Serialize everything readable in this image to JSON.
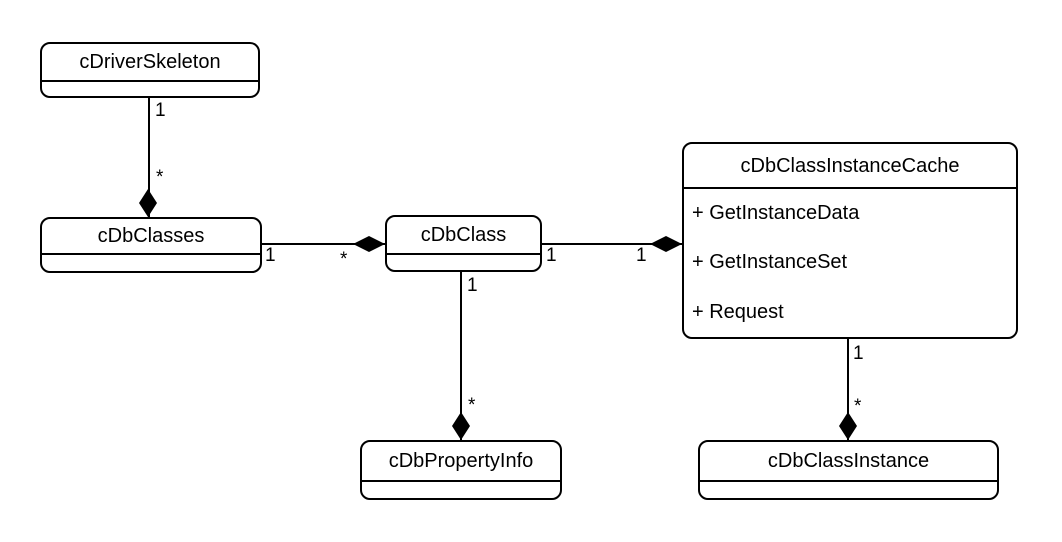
{
  "diagram_type": "uml-class-diagram",
  "colors": {
    "background": "#ffffff",
    "stroke": "#000000",
    "text": "#000000"
  },
  "classes": [
    {
      "name": "cDriverSkeleton",
      "methods": []
    },
    {
      "name": "cDbClasses",
      "methods": []
    },
    {
      "name": "cDbClass",
      "methods": []
    },
    {
      "name": "cDbClassInstanceCache",
      "methods": [
        "+ GetInstanceData",
        "+ GetInstanceSet",
        "+ Request"
      ]
    },
    {
      "name": "cDbPropertyInfo",
      "methods": []
    },
    {
      "name": "cDbClassInstance",
      "methods": []
    }
  ],
  "relations": [
    {
      "from": "cDriverSkeleton",
      "to": "cDbClasses",
      "type": "composition",
      "diamond_end": "cDbClasses",
      "from_multiplicity": "1",
      "to_multiplicity": "*"
    },
    {
      "from": "cDbClasses",
      "to": "cDbClass",
      "type": "composition",
      "diamond_end": "cDbClass",
      "from_multiplicity": "1",
      "to_multiplicity": "*"
    },
    {
      "from": "cDbClass",
      "to": "cDbClassInstanceCache",
      "type": "composition",
      "diamond_end": "cDbClassInstanceCache",
      "from_multiplicity": "1",
      "to_multiplicity": "1"
    },
    {
      "from": "cDbClass",
      "to": "cDbPropertyInfo",
      "type": "composition",
      "diamond_end": "cDbPropertyInfo",
      "from_multiplicity": "1",
      "to_multiplicity": "*"
    },
    {
      "from": "cDbClassInstanceCache",
      "to": "cDbClassInstance",
      "type": "composition",
      "diamond_end": "cDbClassInstance",
      "from_multiplicity": "1",
      "to_multiplicity": "*"
    }
  ]
}
